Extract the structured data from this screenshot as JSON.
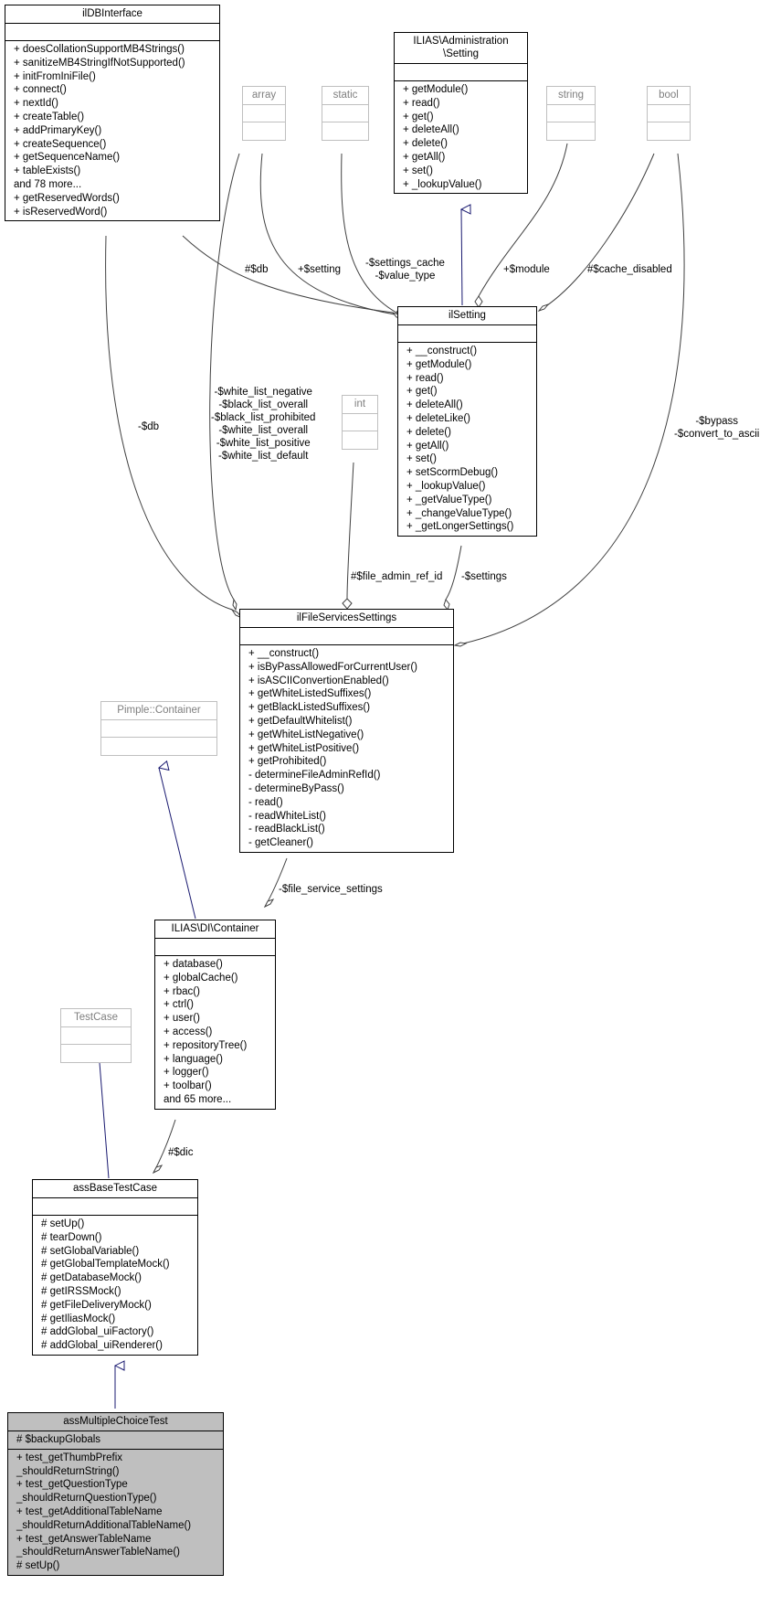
{
  "classes": {
    "ildbinterface": {
      "name": "ilDBInterface",
      "attributes": [],
      "methods": [
        "+ doesCollationSupportMB4Strings()",
        "+ sanitizeMB4StringIfNotSupported()",
        "+ initFromIniFile()",
        "+ connect()",
        "+ nextId()",
        "+ createTable()",
        "+ addPrimaryKey()",
        "+ createSequence()",
        "+ getSequenceName()",
        "+ tableExists()",
        "and 78 more...",
        "+ getReservedWords()",
        "+ isReservedWord()"
      ]
    },
    "array": {
      "name": "array"
    },
    "static": {
      "name": "static"
    },
    "ilias_admin_setting": {
      "name_lines": [
        "ILIAS\\Administration",
        "\\Setting"
      ],
      "methods": [
        "+ getModule()",
        "+ read()",
        "+ get()",
        "+ deleteAll()",
        "+ delete()",
        "+ getAll()",
        "+ set()",
        "+ _lookupValue()"
      ]
    },
    "string": {
      "name": "string"
    },
    "bool": {
      "name": "bool"
    },
    "int": {
      "name": "int"
    },
    "ilsetting": {
      "name": "ilSetting",
      "methods": [
        "+ __construct()",
        "+ getModule()",
        "+ read()",
        "+ get()",
        "+ deleteAll()",
        "+ deleteLike()",
        "+ delete()",
        "+ getAll()",
        "+ set()",
        "+ setScormDebug()",
        "+ _lookupValue()",
        "+ _getValueType()",
        "+ _changeValueType()",
        "+ _getLongerSettings()"
      ]
    },
    "ilfileservicessettings": {
      "name": "ilFileServicesSettings",
      "methods": [
        "+ __construct()",
        "+ isByPassAllowedForCurrentUser()",
        "+ isASCIIConvertionEnabled()",
        "+ getWhiteListedSuffixes()",
        "+ getBlackListedSuffixes()",
        "+ getDefaultWhitelist()",
        "+ getWhiteListNegative()",
        "+ getWhiteListPositive()",
        "+ getProhibited()",
        "- determineFileAdminRefId()",
        "- determineByPass()",
        "- read()",
        "- readWhiteList()",
        "- readBlackList()",
        "- getCleaner()"
      ]
    },
    "pimple_container": {
      "name": "Pimple::Container"
    },
    "ilias_di_container": {
      "name": "ILIAS\\DI\\Container",
      "methods": [
        "+ database()",
        "+ globalCache()",
        "+ rbac()",
        "+ ctrl()",
        "+ user()",
        "+ access()",
        "+ repositoryTree()",
        "+ language()",
        "+ logger()",
        "+ toolbar()",
        "and 65 more..."
      ]
    },
    "testcase": {
      "name": "TestCase"
    },
    "assbasetestcase": {
      "name": "assBaseTestCase",
      "methods": [
        "# setUp()",
        "# tearDown()",
        "# setGlobalVariable()",
        "# getGlobalTemplateMock()",
        "# getDatabaseMock()",
        "# getIRSSMock()",
        "# getFileDeliveryMock()",
        "# getIliasMock()",
        "# addGlobal_uiFactory()",
        "# addGlobal_uiRenderer()"
      ]
    },
    "assmultiplechoicetest": {
      "name": "assMultipleChoiceTest",
      "attributes": [
        "# $backupGlobals"
      ],
      "methods": [
        "+ test_getThumbPrefix",
        "_shouldReturnString()",
        "+ test_getQuestionType",
        "_shouldReturnQuestionType()",
        "+ test_getAdditionalTableName",
        "_shouldReturnAdditionalTableName()",
        "+ test_getAnswerTableName",
        "_shouldReturnAnswerTableName()",
        "# setUp()"
      ]
    }
  },
  "edge_labels": {
    "db_setting": "#$db",
    "setting_array": "+$setting",
    "settings_cache": [
      "-$settings_cache",
      "-$value_type"
    ],
    "module": "+$module",
    "cache_disabled": "#$cache_disabled",
    "db_fss": "-$db",
    "lists": [
      "-$white_list_negative",
      "-$black_list_overall",
      "-$black_list_prohibited",
      "-$white_list_overall",
      "-$white_list_positive",
      "-$white_list_default"
    ],
    "bypass": [
      "-$bypass",
      "-$convert_to_ascii"
    ],
    "file_admin_ref_id": "#$file_admin_ref_id",
    "settings": "-$settings",
    "file_service_settings": "-$file_service_settings",
    "dic": "#$dic"
  },
  "colors": {
    "inherit_edge": "#191970",
    "assoc_edge": "#404040",
    "grey_class": "#bfbfbf",
    "focus_class": "#bfbfbf"
  }
}
